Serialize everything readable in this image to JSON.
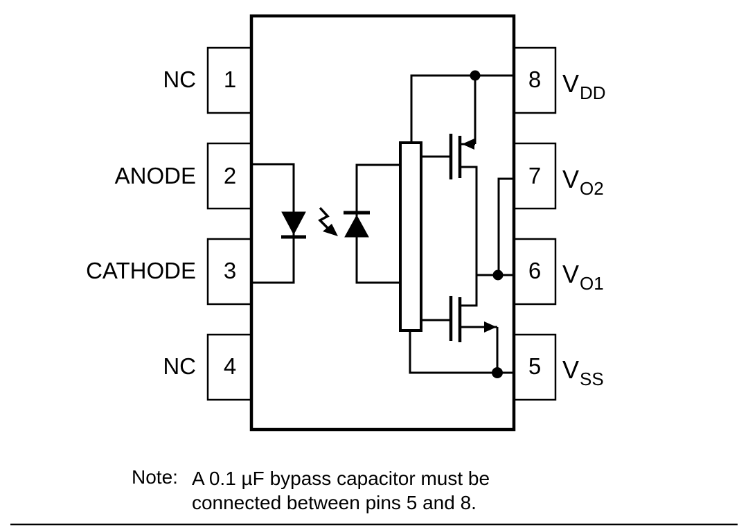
{
  "diagram": {
    "pins": {
      "left": [
        {
          "number": "1",
          "label": "NC"
        },
        {
          "number": "2",
          "label": "ANODE"
        },
        {
          "number": "3",
          "label": "CATHODE"
        },
        {
          "number": "4",
          "label": "NC"
        }
      ],
      "right": [
        {
          "number": "8",
          "label_main": "V",
          "label_sub": "DD"
        },
        {
          "number": "7",
          "label_main": "V",
          "label_sub": "O2"
        },
        {
          "number": "6",
          "label_main": "V",
          "label_sub": "O1"
        },
        {
          "number": "5",
          "label_main": "V",
          "label_sub": "SS"
        }
      ]
    },
    "note": {
      "prefix": "Note:",
      "line1": "A 0.1 µF bypass capacitor must be",
      "line2": "connected between pins 5 and 8."
    },
    "colors": {
      "line": "#000000",
      "background": "#ffffff"
    }
  }
}
